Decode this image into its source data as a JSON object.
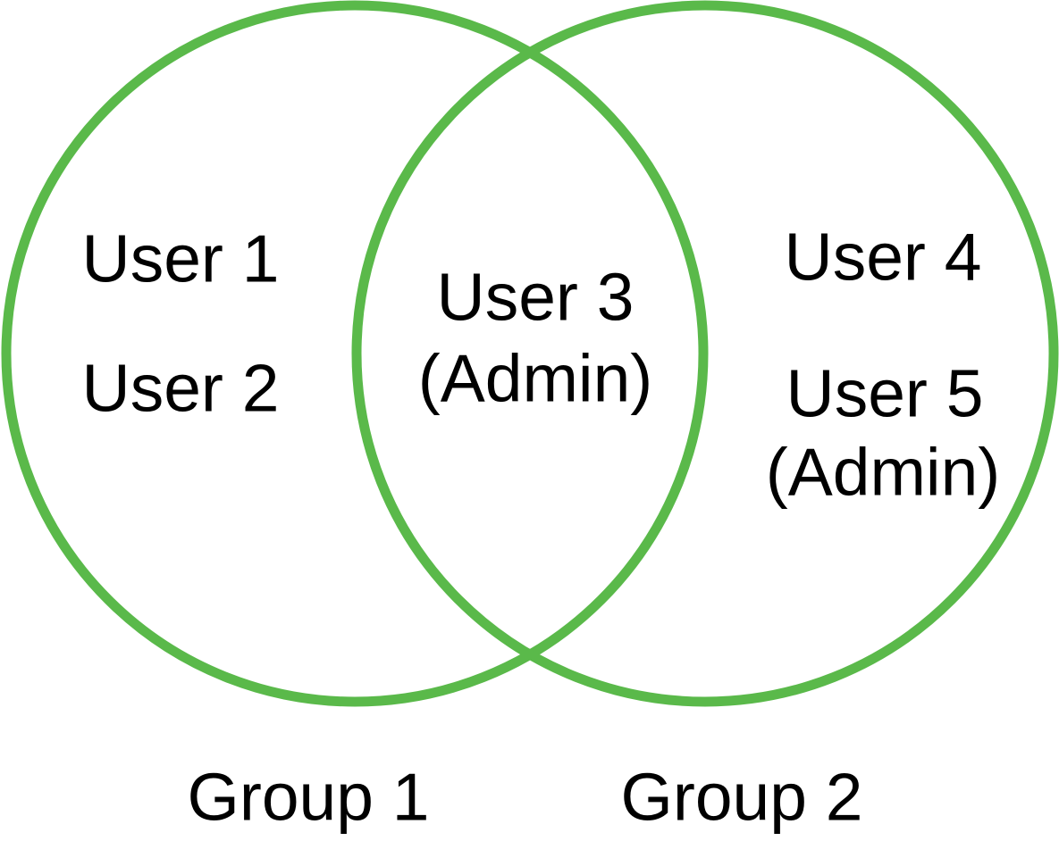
{
  "diagram": {
    "type": "venn",
    "stroke_color": "#5ab94a",
    "text_color": "#000000",
    "background_color": "#ffffff",
    "sets": [
      {
        "label": "Group 1",
        "exclusive_members": [
          "User 1",
          "User 2"
        ]
      },
      {
        "label": "Group 2",
        "exclusive_members": [
          "User 4",
          "User 5 (Admin)"
        ]
      }
    ],
    "intersection_members": [
      "User 3 (Admin)"
    ]
  },
  "labels": {
    "user1": "User 1",
    "user2": "User 2",
    "user3_line1": "User 3",
    "user3_line2": "(Admin)",
    "user4": "User 4",
    "user5_line1": "User 5",
    "user5_line2": "(Admin)",
    "group1": "Group 1",
    "group2": "Group 2"
  }
}
